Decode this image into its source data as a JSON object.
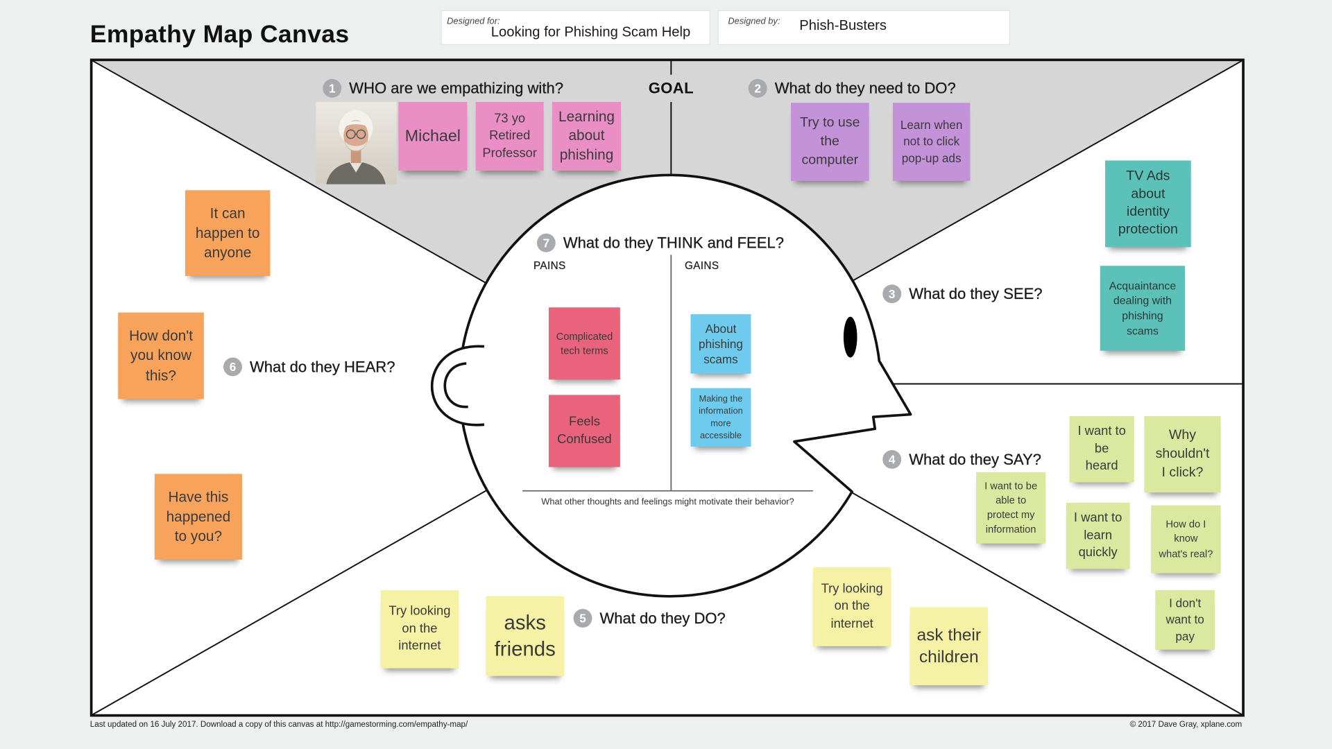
{
  "title": "Empathy Map Canvas",
  "designed_for": {
    "label": "Designed for:",
    "value": "Looking for Phishing Scam Help"
  },
  "designed_by": {
    "label": "Designed by:",
    "value": "Phish-Busters"
  },
  "goal_label": "GOAL",
  "colors": {
    "who": "#ea8fc5",
    "need_to_do": "#c492d9",
    "see": "#5cc1b9",
    "hear": "#f7a35c",
    "pains": "#e8637b",
    "gains": "#6ecbee",
    "say": "#dbe8a0",
    "do": "#f5f2a6",
    "goal_region": "#d6d6d6"
  },
  "sections": {
    "who": {
      "number": "1",
      "heading": "WHO are we empathizing with?",
      "notes": [
        "Michael",
        "73 yo\nRetired\nProfessor",
        "Learning\nabout\nphishing"
      ]
    },
    "need_to_do": {
      "number": "2",
      "heading": "What do they need to DO?",
      "notes": [
        "Try to use\nthe\ncomputer",
        "Learn when\nnot to click\npop-up ads"
      ]
    },
    "see": {
      "number": "3",
      "heading": "What do they SEE?",
      "notes": [
        "TV Ads\nabout\nidentity\nprotection",
        "Acquaintance\ndealing with\nphishing\nscams"
      ]
    },
    "say": {
      "number": "4",
      "heading": "What do they SAY?",
      "notes": [
        "I want to\nbe\nheard",
        "Why\nshouldn't\nI click?",
        "I want to be\nable to\nprotect my\ninformation",
        "I want to\nlearn\nquickly",
        "How do I\nknow\nwhat's real?",
        "I don't\nwant to\npay"
      ]
    },
    "do": {
      "number": "5",
      "heading": "What do they DO?",
      "notes": [
        "Try looking\non the\ninternet",
        "asks\nfriends",
        "Try looking\non the\ninternet",
        "ask their\nchildren"
      ]
    },
    "hear": {
      "number": "6",
      "heading": "What do they HEAR?",
      "notes": [
        "It can\nhappen to\nanyone",
        "How don't\nyou know\nthis?",
        "Have this\nhappened\nto you?"
      ]
    },
    "think_feel": {
      "number": "7",
      "heading": "What do they THINK and FEEL?",
      "pains_label": "PAINS",
      "gains_label": "GAINS",
      "pains": [
        "Complicated\ntech terms",
        "Feels\nConfused"
      ],
      "gains": [
        "About\nphishing\nscams",
        "Making the\ninformation\nmore\naccessible"
      ],
      "prompt": "What other thoughts and feelings might motivate their behavior?"
    }
  },
  "footer": {
    "left": "Last updated on 16 July 2017. Download a copy of this canvas at http://gamestorming.com/empathy-map/",
    "right": "© 2017 Dave Gray, xplane.com"
  }
}
